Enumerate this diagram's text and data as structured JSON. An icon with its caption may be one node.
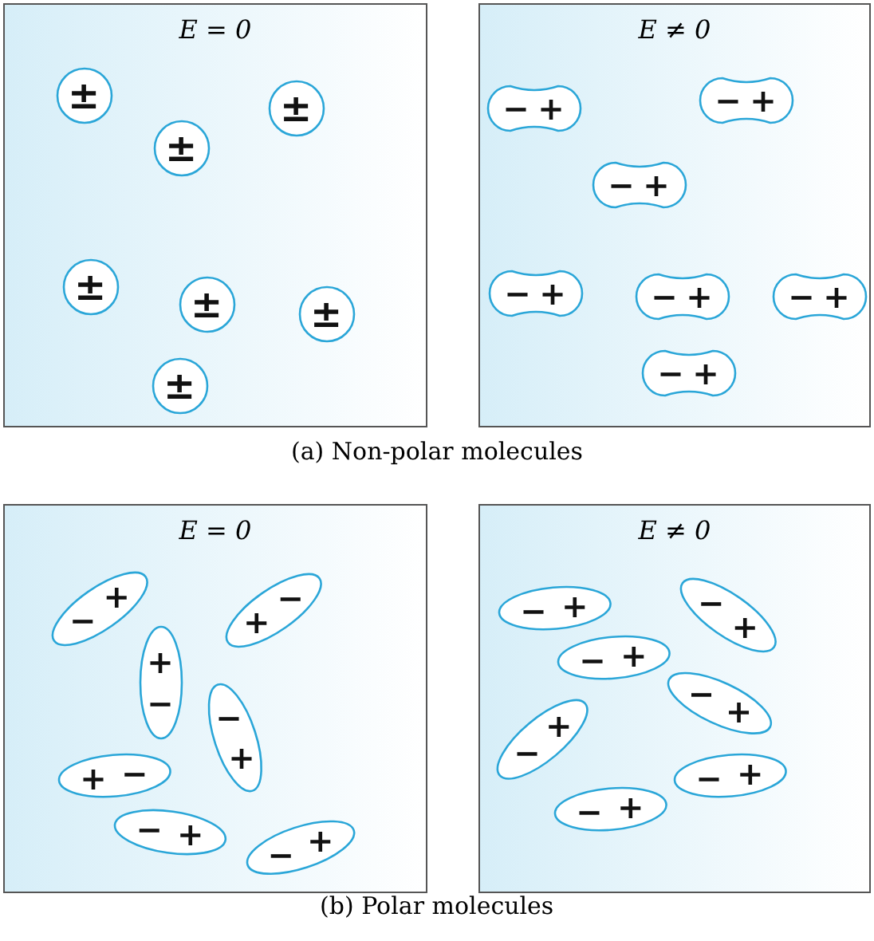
{
  "diagram": {
    "nodes": [
      {
        "text": [
          "E = 0"
        ]
      },
      {
        "text": [
          "±"
        ],
        "in": 0
      },
      {
        "text": [
          "±"
        ],
        "in": 0
      },
      {
        "text": [
          "±"
        ],
        "in": 0
      },
      {
        "text": [
          "±"
        ],
        "in": 0
      },
      {
        "text": [
          "±"
        ],
        "in": 0
      },
      {
        "text": [
          "±"
        ],
        "in": 0
      },
      {
        "text": [
          "±"
        ],
        "in": 0
      },
      {
        "text": [
          "E ≠ 0"
        ]
      },
      {
        "text": [
          "− +"
        ],
        "in": 8
      },
      {
        "text": [
          "− +"
        ],
        "in": 8
      },
      {
        "text": [
          "− +"
        ],
        "in": 8
      },
      {
        "text": [
          "− +"
        ],
        "in": 8
      },
      {
        "text": [
          "− +"
        ],
        "in": 8
      },
      {
        "text": [
          "− +"
        ],
        "in": 8
      },
      {
        "text": [
          "− +"
        ],
        "in": 8
      },
      {
        "text": [
          "E = 0"
        ]
      },
      {
        "text": [
          "− +"
        ],
        "in": 16
      },
      {
        "text": [
          "+ −"
        ],
        "in": 16
      },
      {
        "text": [
          "+ −"
        ],
        "in": 16
      },
      {
        "text": [
          "− +"
        ],
        "in": 16
      },
      {
        "text": [
          "+ −"
        ],
        "in": 16
      },
      {
        "text": [
          "− +"
        ],
        "in": 16
      },
      {
        "text": [
          "− +"
        ],
        "in": 16
      },
      {
        "text": [
          "E ≠ 0"
        ]
      },
      {
        "text": [
          "− +"
        ],
        "in": 24
      },
      {
        "text": [
          "− +"
        ],
        "in": 24
      },
      {
        "text": [
          "− +"
        ],
        "in": 24
      },
      {
        "text": [
          "− +"
        ],
        "in": 24
      },
      {
        "text": [
          "− +"
        ],
        "in": 24
      },
      {
        "text": [
          "− +"
        ],
        "in": 24
      },
      {
        "text": [
          "− +"
        ],
        "in": 24
      }
    ],
    "edges": [],
    "labels": [
      "(a) Non-polar molecules",
      "(b) Polar molecules"
    ]
  }
}
